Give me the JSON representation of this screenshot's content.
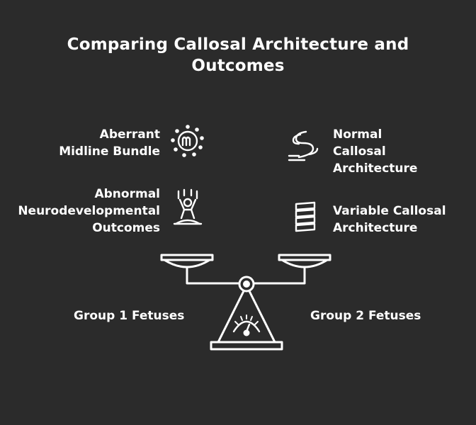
{
  "diagram": {
    "title": "Comparing Callosal Architecture and Outcomes",
    "left_items": [
      {
        "label": "Aberrant\nMidline Bundle",
        "icon": "midline-bundle-icon"
      },
      {
        "label": "Abnormal\nNeurodevelopmental\nOutcomes",
        "icon": "struggling-person-icon"
      }
    ],
    "right_items": [
      {
        "label": "Normal\nCallosal\nArchitecture",
        "icon": "wave-lines-icon"
      },
      {
        "label": "Variable Callosal\nArchitecture",
        "icon": "coil-icon"
      }
    ],
    "scale": {
      "left_group": "Group 1 Fetuses",
      "right_group": "Group 2 Fetuses"
    },
    "colors": {
      "background": "#2b2b2b",
      "foreground": "#ffffff"
    }
  }
}
